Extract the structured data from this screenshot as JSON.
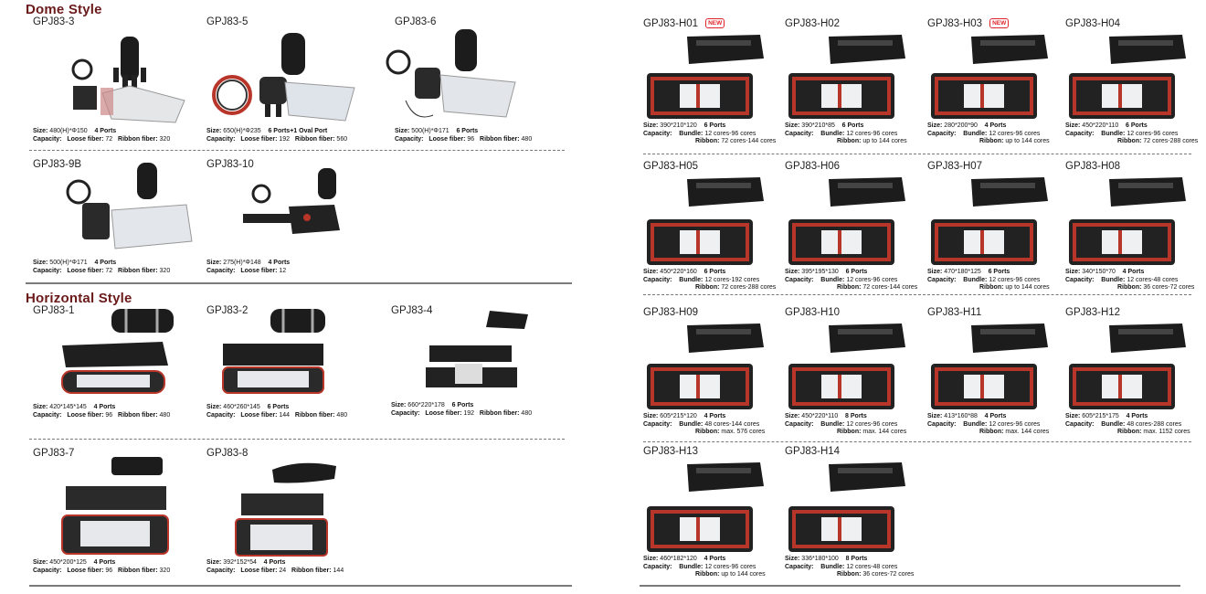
{
  "left": {
    "dome_title": "Dome Style",
    "horizontal_title": "Horizontal Style",
    "dome": [
      {
        "model": "GPJ83-3",
        "size": "480(H)*Φ150",
        "ports": "4 Ports",
        "cap1_label": "Loose fiber:",
        "cap1_value": "72",
        "cap2_label": "Ribbon fiber:",
        "cap2_value": "320"
      },
      {
        "model": "GPJ83-5",
        "size": "650(H)*Φ235",
        "ports": "6 Ports+1 Oval Port",
        "cap1_label": "Loose fiber:",
        "cap1_value": "192",
        "cap2_label": "Ribbon fiber:",
        "cap2_value": "560"
      },
      {
        "model": "GPJ83-6",
        "size": "500(H)*Φ171",
        "ports": "6 Ports",
        "cap1_label": "Loose fiber:",
        "cap1_value": "96",
        "cap2_label": "Ribbon fiber:",
        "cap2_value": "480"
      },
      {
        "model": "GPJ83-9B",
        "size": "500(H)*Φ171",
        "ports": "4 Ports",
        "cap1_label": "Loose fiber:",
        "cap1_value": "72",
        "cap2_label": "Ribbon fiber:",
        "cap2_value": "320"
      },
      {
        "model": "GPJ83-10",
        "size": "275(H)*Φ148",
        "ports": "4 Ports",
        "cap1_label": "Loose fiber:",
        "cap1_value": "12",
        "cap2_label": "",
        "cap2_value": ""
      }
    ],
    "horizontal": [
      {
        "model": "GPJ83-1",
        "size": "420*145*145",
        "ports": "4 Ports",
        "cap1_label": "Loose fiber:",
        "cap1_value": "96",
        "cap2_label": "Ribbon fiber:",
        "cap2_value": "480"
      },
      {
        "model": "GPJ83-2",
        "size": "460*260*145",
        "ports": "6 Ports",
        "cap1_label": "Loose fiber:",
        "cap1_value": "144",
        "cap2_label": "Ribbon fiber:",
        "cap2_value": "480"
      },
      {
        "model": "GPJ83-4",
        "size": "660*220*178",
        "ports": "6 Ports",
        "cap1_label": "Loose fiber:",
        "cap1_value": "192",
        "cap2_label": "Ribbon fiber:",
        "cap2_value": "480"
      },
      {
        "model": "GPJ83-7",
        "size": "450*200*125",
        "ports": "4 Ports",
        "cap1_label": "Loose fiber:",
        "cap1_value": "96",
        "cap2_label": "Ribbon fiber:",
        "cap2_value": "320"
      },
      {
        "model": "GPJ83-8",
        "size": "392*152*54",
        "ports": "4 Ports",
        "cap1_label": "Loose fiber:",
        "cap1_value": "24",
        "cap2_label": "Ribbon fiber:",
        "cap2_value": "144"
      }
    ]
  },
  "labels": {
    "size": "Size:",
    "capacity": "Capacity:",
    "bundle": "Bundle:",
    "ribbon": "Ribbon:",
    "new_badge": "NEW"
  },
  "right": [
    {
      "model": "GPJ83-H01",
      "is_new": true,
      "size": "390*210*120",
      "ports": "6 Ports",
      "bundle": "12 cores-96 cores",
      "ribbon": "72 cores-144 cores"
    },
    {
      "model": "GPJ83-H02",
      "is_new": false,
      "size": "390*210*85",
      "ports": "6 Ports",
      "bundle": "12 cores-96 cores",
      "ribbon": "up to 144 cores"
    },
    {
      "model": "GPJ83-H03",
      "is_new": true,
      "size": "280*200*90",
      "ports": "4 Ports",
      "bundle": "12 cores-96 cores",
      "ribbon": "up to 144 cores"
    },
    {
      "model": "GPJ83-H04",
      "is_new": false,
      "size": "450*220*110",
      "ports": "6 Ports",
      "bundle": "12 cores-96 cores",
      "ribbon": "72 cores-288 cores"
    },
    {
      "model": "GPJ83-H05",
      "is_new": false,
      "size": "450*220*160",
      "ports": "6 Ports",
      "bundle": "12 cores-192 cores",
      "ribbon": "72 cores-288 cores"
    },
    {
      "model": "GPJ83-H06",
      "is_new": false,
      "size": "395*195*130",
      "ports": "6 Ports",
      "bundle": "12 cores-96 cores",
      "ribbon": "72 cores-144 cores"
    },
    {
      "model": "GPJ83-H07",
      "is_new": false,
      "size": "470*180*125",
      "ports": "6 Ports",
      "bundle": "12 cores-96 cores",
      "ribbon": "up to 144 cores"
    },
    {
      "model": "GPJ83-H08",
      "is_new": false,
      "size": "340*150*70",
      "ports": "4 Ports",
      "bundle": "12 cores-48 cores",
      "ribbon": "36 cores-72 cores"
    },
    {
      "model": "GPJ83-H09",
      "is_new": false,
      "size": "605*215*120",
      "ports": "4 Ports",
      "bundle": "48 cores-144 cores",
      "ribbon": "max. 576 cores"
    },
    {
      "model": "GPJ83-H10",
      "is_new": false,
      "size": "450*220*110",
      "ports": "8 Ports",
      "bundle": "12 cores-96 cores",
      "ribbon": "max. 144 cores"
    },
    {
      "model": "GPJ83-H11",
      "is_new": false,
      "size": "413*160*88",
      "ports": "4 Ports",
      "bundle": "12 cores-96 cores",
      "ribbon": "max. 144 cores"
    },
    {
      "model": "GPJ83-H12",
      "is_new": false,
      "size": "605*215*175",
      "ports": "4 Ports",
      "bundle": "48 cores-288 cores",
      "ribbon": "max. 1152 cores"
    },
    {
      "model": "GPJ83-H13",
      "is_new": false,
      "size": "460*182*120",
      "ports": "4 Ports",
      "bundle": "12 cores-96 cores",
      "ribbon": "up to 144 cores"
    },
    {
      "model": "GPJ83-H14",
      "is_new": false,
      "size": "336*180*100",
      "ports": "8 Ports",
      "bundle": "12 cores-48 cores",
      "ribbon": "36 cores-72 cores"
    }
  ],
  "colors": {
    "section_title": "#6b1a1a",
    "new_badge": "#e0252a",
    "closure_dark": "#1c1c1c",
    "gasket_red": "#b8352a"
  }
}
